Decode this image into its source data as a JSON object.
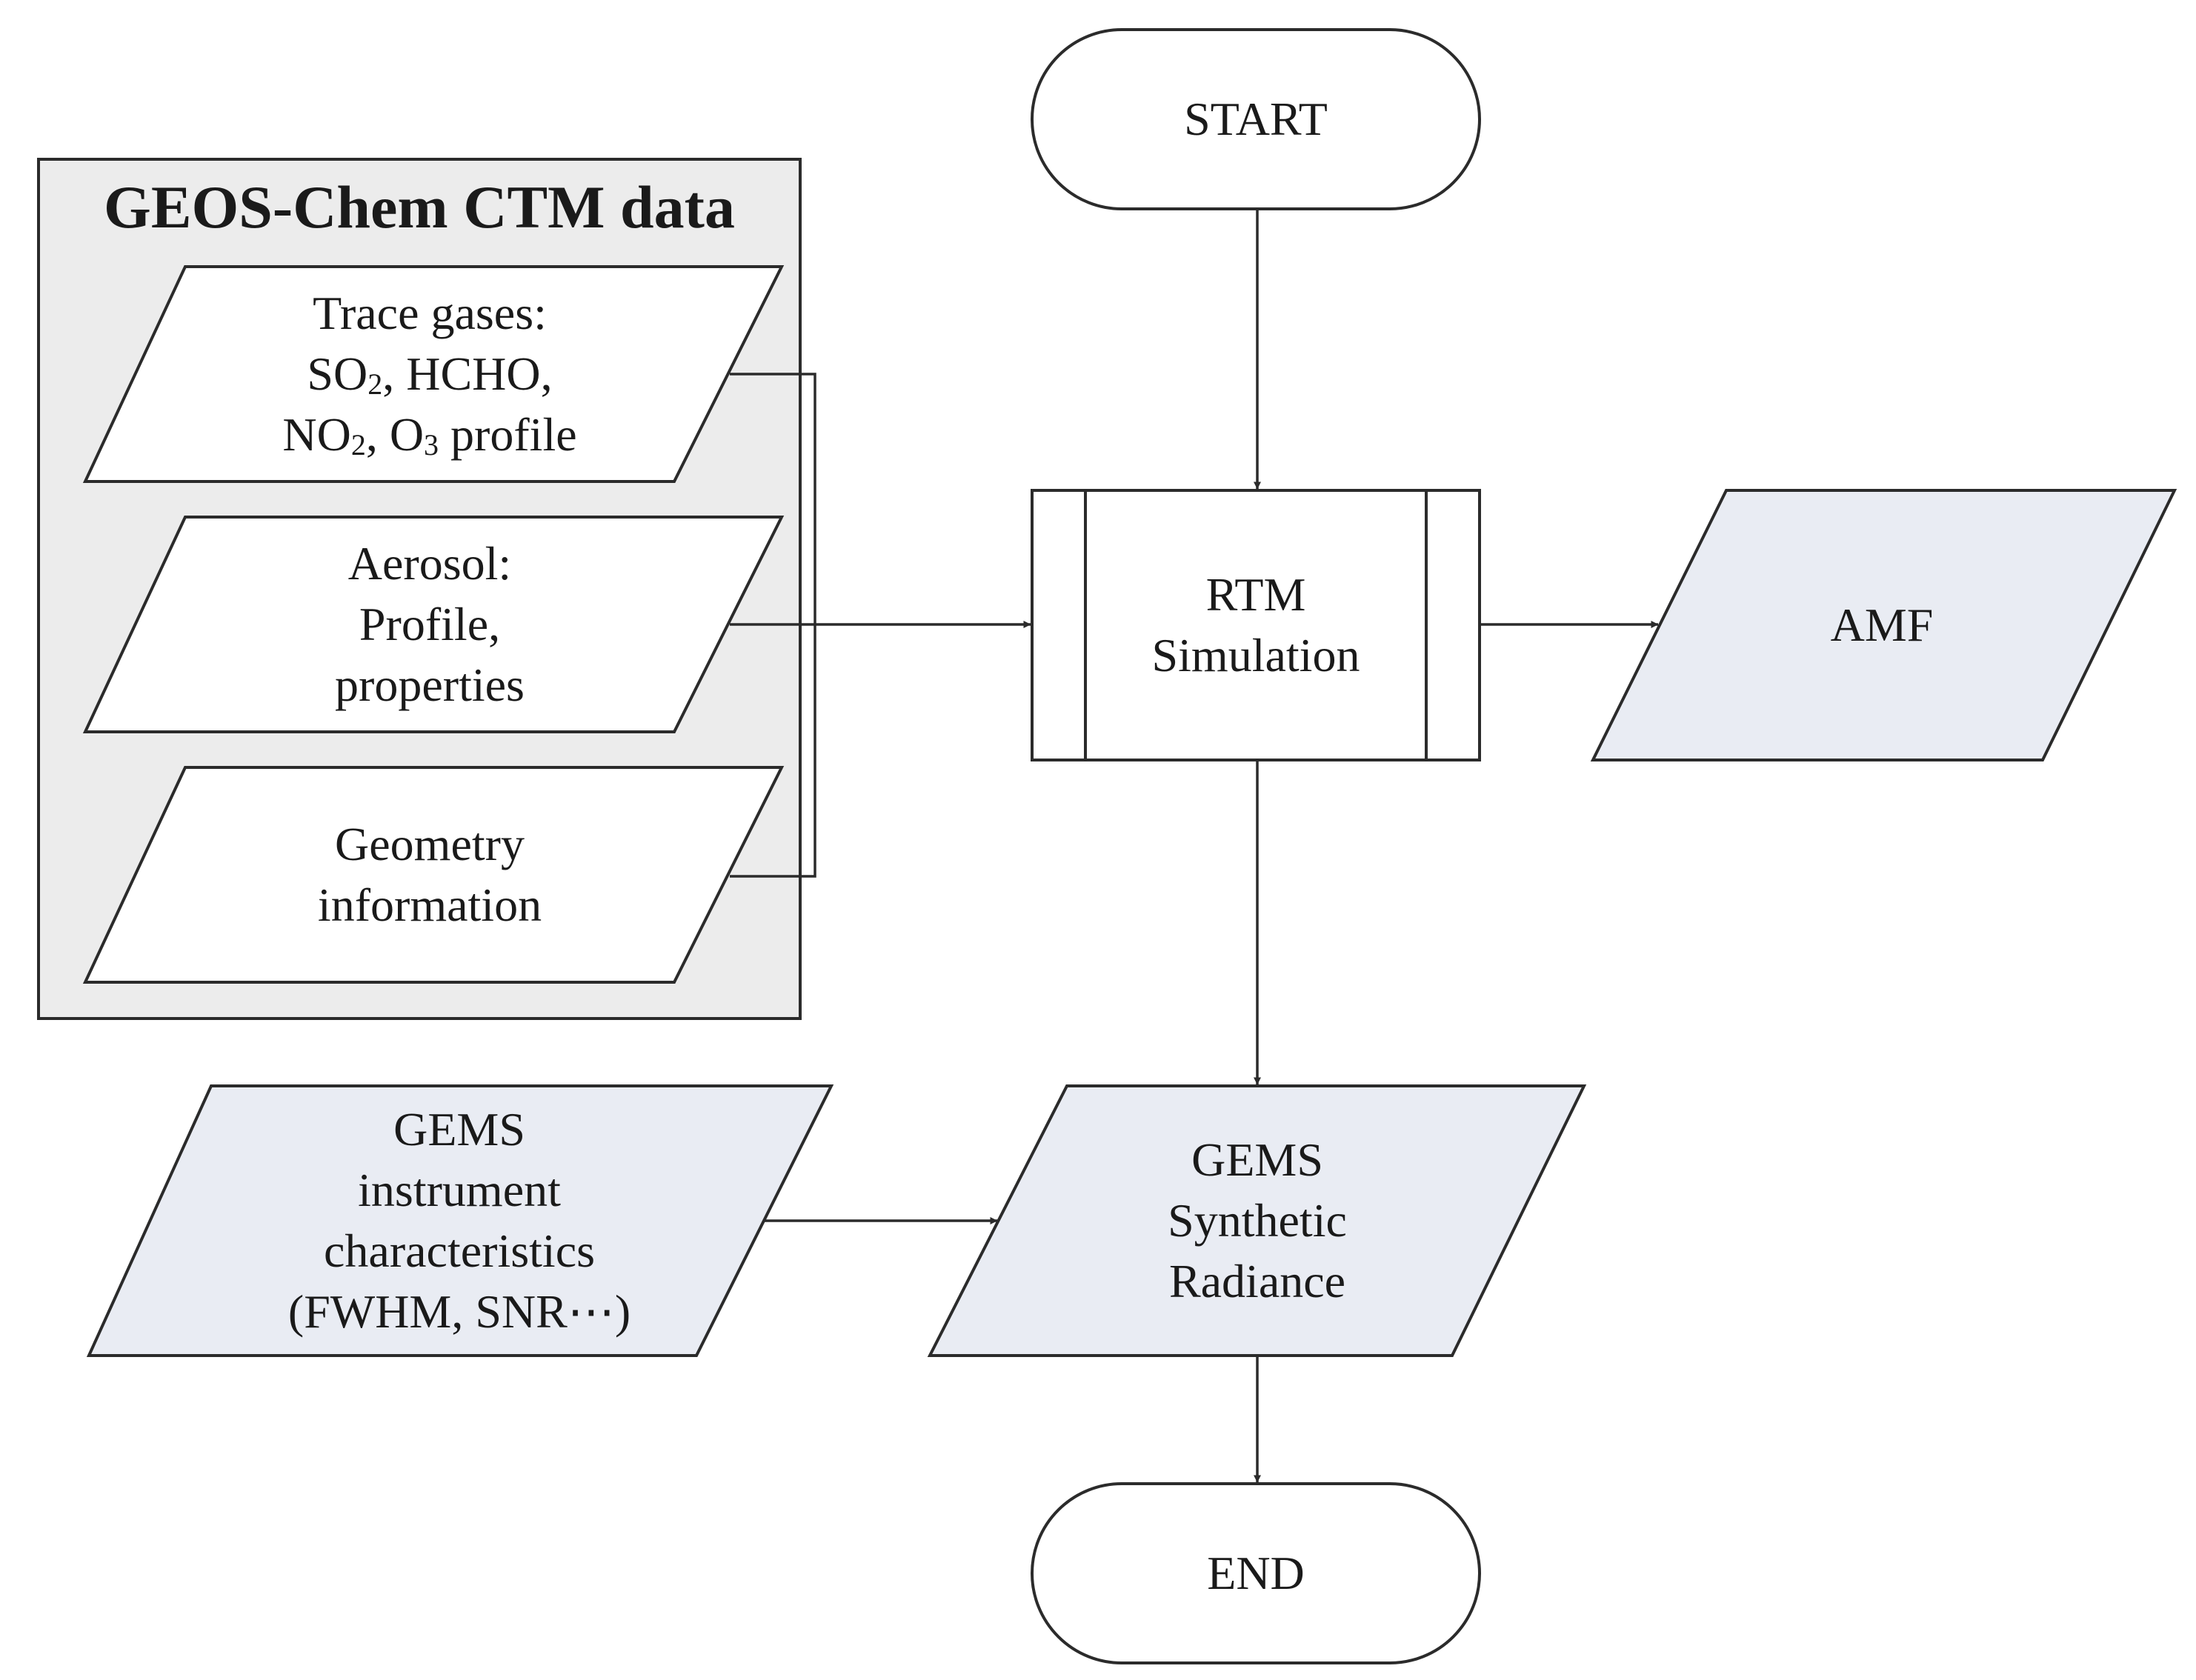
{
  "colors": {
    "stroke": "#2b2b2b",
    "group_fill": "#ececec",
    "io_fill": "#e9ecf3",
    "plain_fill": "#ffffff",
    "text": "#1a1a1a"
  },
  "group": {
    "title": "GEOS-Chem CTM data"
  },
  "nodes": {
    "start": {
      "label": "START",
      "shape": "terminator"
    },
    "trace_gases": {
      "shape": "data",
      "lines": [
        "Trace gases:",
        "SO|2|, HCHO,",
        "NO|2|, O|3| profile"
      ]
    },
    "aerosol": {
      "shape": "data",
      "lines": [
        "Aerosol:",
        "Profile,",
        "properties"
      ]
    },
    "geometry": {
      "shape": "data",
      "lines": [
        "Geometry",
        "information"
      ]
    },
    "rtm": {
      "shape": "predefined-process",
      "lines": [
        "RTM",
        "Simulation"
      ]
    },
    "amf": {
      "shape": "data",
      "lines": [
        "AMF"
      ]
    },
    "instrument": {
      "shape": "data",
      "lines": [
        "GEMS",
        "instrument",
        "characteristics",
        "(FWHM, SNR⋯)"
      ]
    },
    "radiance": {
      "shape": "data",
      "lines": [
        "GEMS",
        "Synthetic",
        "Radiance"
      ]
    },
    "end": {
      "label": "END",
      "shape": "terminator"
    }
  }
}
